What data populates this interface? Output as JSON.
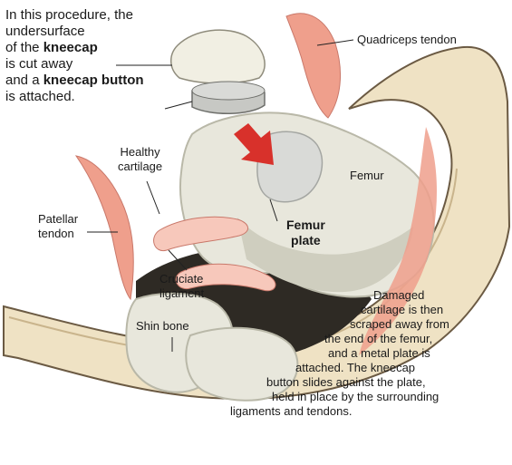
{
  "colors": {
    "shell": "#efe2c4",
    "shell_rim": "#f5ecd6",
    "shell_dark": "#6b5a43",
    "bone": "#e8e7dc",
    "bone_shadow": "#b9b8a8",
    "cavity": "#2e2a24",
    "tendon": "#ef9f8c",
    "tendon_light": "#f7c8bb",
    "arrow": "#d8312b",
    "leader": "#222222",
    "metal": "#d9dad7"
  },
  "intro": {
    "line1": "In this procedure, the",
    "line2": "undersurface",
    "line3_pre": "of the ",
    "line3_bold": "kneecap",
    "line4": "is cut away",
    "line5_pre": "and a ",
    "line5_bold": "kneecap button",
    "line6": "is attached."
  },
  "labels": {
    "quadriceps_tendon": "Quadriceps tendon",
    "healthy_cartilage_1": "Healthy",
    "healthy_cartilage_2": "cartilage",
    "femur": "Femur",
    "femur_plate_1": "Femur",
    "femur_plate_2": "plate",
    "patellar_tendon_1": "Patellar",
    "patellar_tendon_2": "tendon",
    "cruciate_ligament_1": "Cruciate",
    "cruciate_ligament_2": "ligament",
    "shin_bone": "Shin bone"
  },
  "description": {
    "line1": "Damaged",
    "line2": "cartilage is then",
    "line3": "scraped away from",
    "line4": "the end of the femur,",
    "line5": "and a metal plate is",
    "line6": "attached. The kneecap",
    "line7": "button slides against the plate,",
    "line8": "held in place by the surrounding",
    "line9": "ligaments and tendons."
  }
}
